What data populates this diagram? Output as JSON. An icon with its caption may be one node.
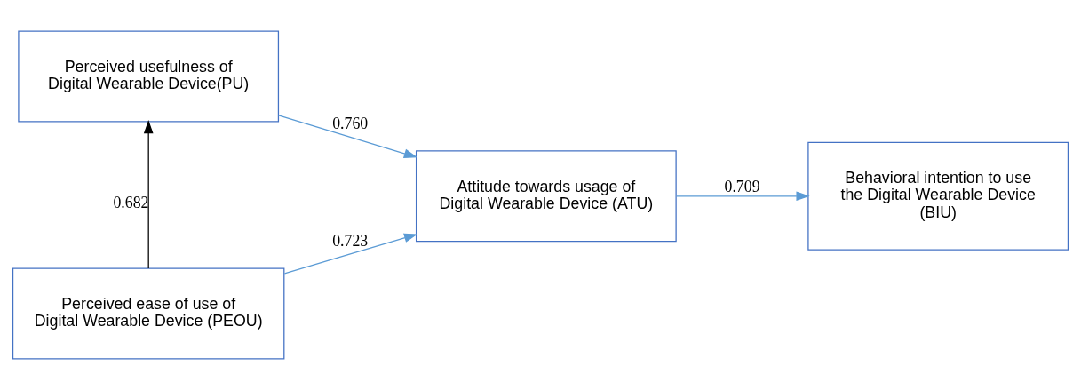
{
  "diagram": {
    "nodes": [
      {
        "text": [
          "Perceived usefulness of Digital Wearable Device(PU)"
        ]
      },
      {
        "text": [
          "Perceived ease of use of Digital Wearable Device (PEOU)"
        ]
      },
      {
        "text": [
          "Attitude towards usage of Digital Wearable Device (ATU)"
        ]
      },
      {
        "text": [
          "Behavioral intention to use the Digital Wearable Device (BIU)"
        ]
      }
    ],
    "edges": [
      {
        "from": 1,
        "to": 0,
        "arrow": "to",
        "label": "0.682",
        "color": "#000000"
      },
      {
        "from": 0,
        "to": 2,
        "arrow": "to",
        "label": "0.760"
      },
      {
        "from": 1,
        "to": 2,
        "arrow": "to",
        "label": "0.723"
      },
      {
        "from": 2,
        "to": 3,
        "arrow": "to",
        "label": "0.709"
      }
    ]
  }
}
